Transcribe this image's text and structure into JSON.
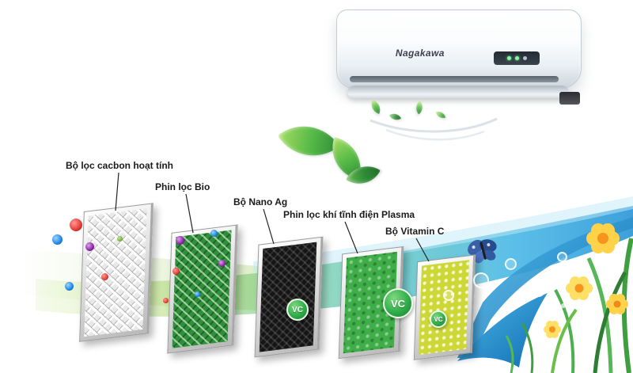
{
  "brand": "Nagakawa",
  "filters": [
    {
      "label": "Bộ lọc cacbon hoạt tính",
      "type": "carbon-mesh"
    },
    {
      "label": "Phin lọc Bio",
      "type": "bio-mesh"
    },
    {
      "label": "Bộ Nano Ag",
      "type": "nano-silver"
    },
    {
      "label": "Phin lọc khí tĩnh điện Plasma",
      "type": "plasma"
    },
    {
      "label": "Bộ Vitamin C",
      "type": "vitamin-c"
    }
  ],
  "badge_vc": "VC",
  "colors": {
    "bio_green": "#2f8f3c",
    "nano_black": "#151515",
    "plasma_green": "#3fae49",
    "vitamin_yellow": "#cdd837",
    "swoosh_blue": "#29abe2",
    "swoosh_green": "#8cc63f",
    "label_text": "#1b1b1b"
  }
}
